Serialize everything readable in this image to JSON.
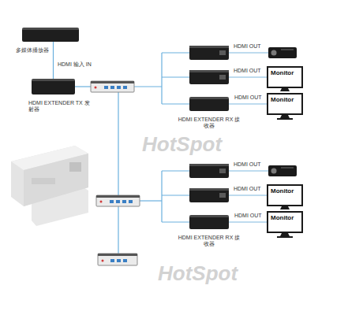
{
  "diagram": {
    "nodes": [
      {
        "text": [
          "多媒体播放器"
        ]
      },
      {
        "text": [
          "HDMI EXTENDER TX 发射器"
        ]
      },
      {
        "text": [
          "Monitor"
        ]
      },
      {
        "text": [
          "Monitor"
        ]
      },
      {
        "text": [
          "HDMI EXTENDER RX 接收器"
        ]
      },
      {
        "text": [
          "Monitor"
        ]
      },
      {
        "text": [
          "Monitor"
        ]
      },
      {
        "text": [
          "HDMI EXTENDER RX 接收器"
        ]
      }
    ],
    "edges": [
      {
        "from": 0,
        "to": 1,
        "label": "HDMI 输入 IN",
        "arrow": "none"
      },
      {
        "from": 4,
        "to": 3,
        "label": "HDMI OUT",
        "arrow": "none"
      },
      {
        "from": 7,
        "to": 6,
        "label": "HDMI OUT",
        "arrow": "none"
      }
    ],
    "labels": [
      "HDMI OUT",
      "HDMI OUT",
      "HDMI OUT",
      "HDMI OUT",
      "HotSpot",
      "HotSpot"
    ]
  }
}
